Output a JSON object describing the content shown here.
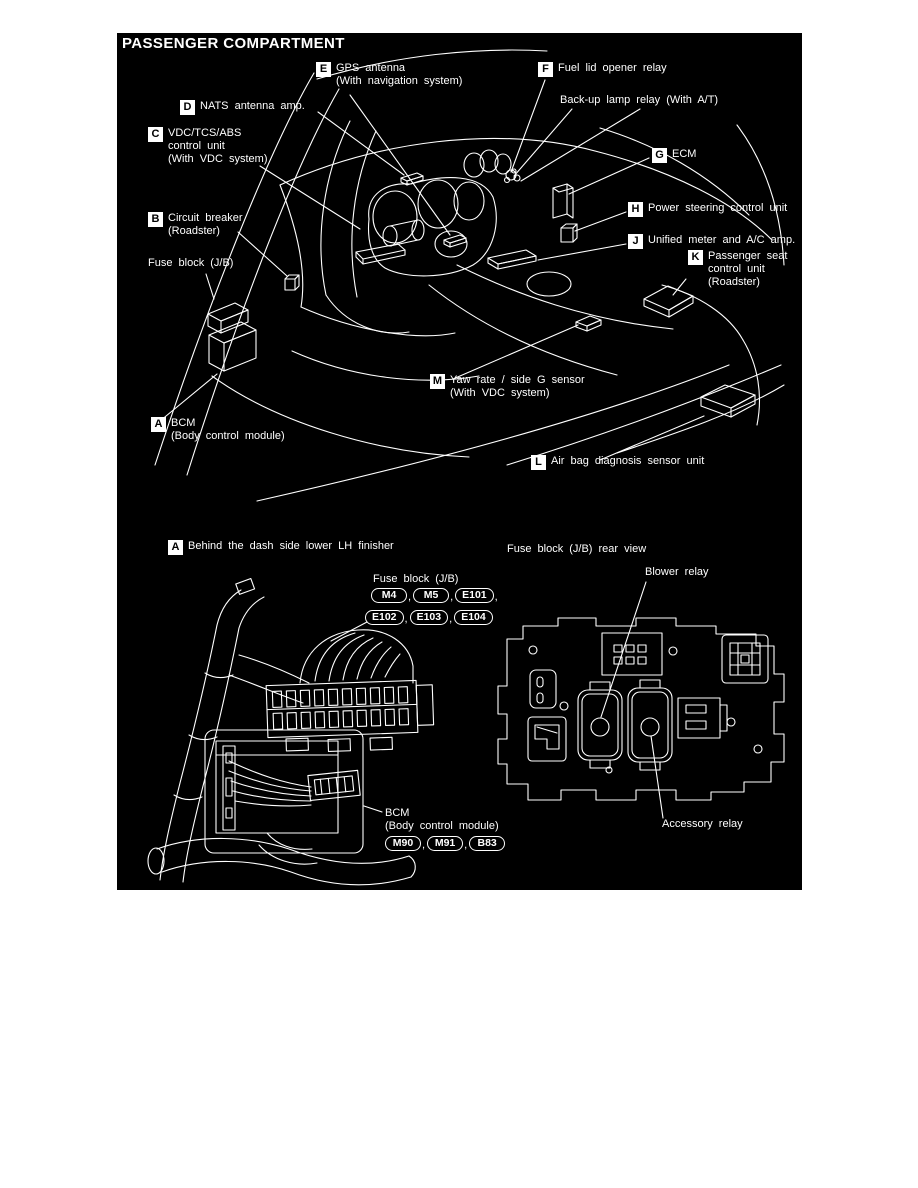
{
  "title": "PASSENGER COMPARTMENT",
  "colors": {
    "page_bg": "#ffffff",
    "diagram_bg": "#000000",
    "line": "#ffffff",
    "callout_box_bg": "#ffffff",
    "callout_box_text": "#000000"
  },
  "callouts": {
    "A": {
      "letter": "A",
      "line1": "BCM",
      "line2": "(Body control module)"
    },
    "B": {
      "letter": "B",
      "line1": "Circuit breaker",
      "line2": "(Roadster)"
    },
    "C": {
      "letter": "C",
      "line1": "VDC/TCS/ABS",
      "line2": "control unit",
      "line3": "(With VDC system)"
    },
    "D": {
      "letter": "D",
      "line1": "NATS antenna amp."
    },
    "E": {
      "letter": "E",
      "line1": "GPS antenna",
      "line2": "(With navigation system)"
    },
    "F": {
      "letter": "F",
      "line1": "Fuel lid opener relay"
    },
    "G": {
      "letter": "G",
      "line1": "ECM"
    },
    "H": {
      "letter": "H",
      "line1": "Power steering control unit"
    },
    "J": {
      "letter": "J",
      "line1": "Unified meter and A/C amp."
    },
    "K": {
      "letter": "K",
      "line1": "Passenger seat",
      "line2": "control unit",
      "line3": "(Roadster)"
    },
    "L": {
      "letter": "L",
      "line1": "Air bag diagnosis sensor unit"
    },
    "M": {
      "letter": "M",
      "line1": "Yaw rate / side G sensor",
      "line2": "(With VDC system)"
    }
  },
  "plain_labels": {
    "backup_lamp_relay": "Back-up lamp relay (With A/T)",
    "fuse_block": "Fuse block (J/B)"
  },
  "section_detail": {
    "header_letter": "A",
    "header_text": "Behind the dash side lower LH finisher",
    "fuse_block_label": "Fuse block (J/B)",
    "connectors_row1": [
      "M4",
      "M5",
      "E101"
    ],
    "connectors_row2": [
      "E102",
      "E103",
      "E104"
    ],
    "bcm_line1": "BCM",
    "bcm_line2": "(Body control module)",
    "bcm_connectors": [
      "M90",
      "M91",
      "B83"
    ],
    "separator": ","
  },
  "rear_view": {
    "title": "Fuse block (J/B) rear view",
    "blower_relay_label": "Blower relay",
    "accessory_relay_label": "Accessory relay"
  }
}
